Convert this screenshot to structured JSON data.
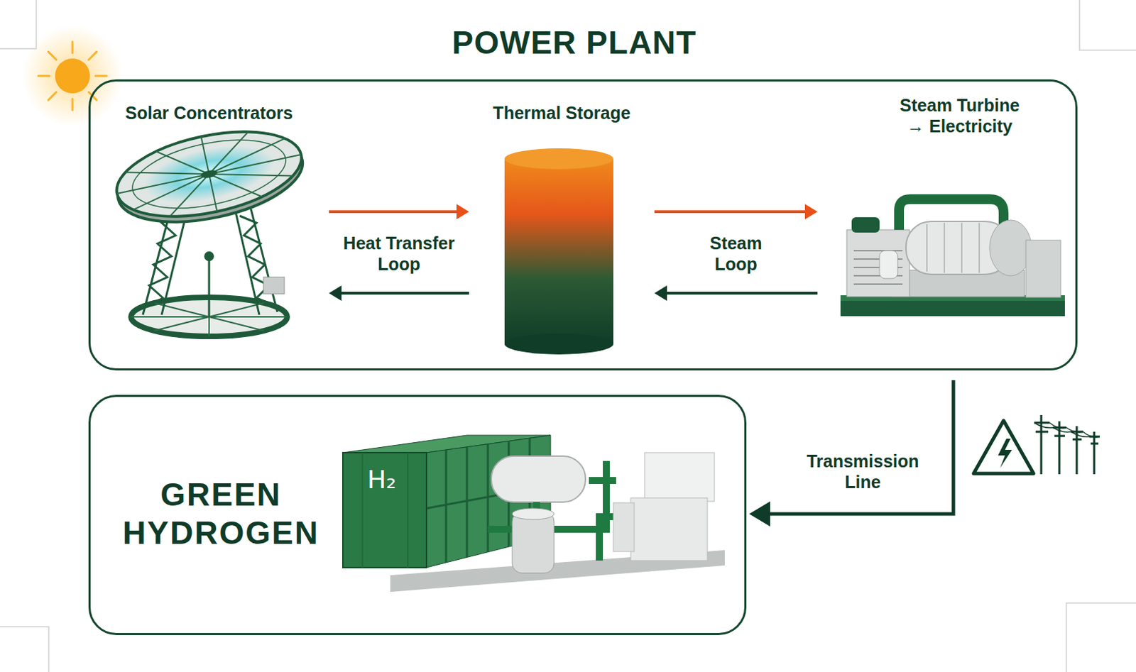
{
  "diagram": {
    "nodes": [
      {
        "text": [
          "POWER PLANT"
        ]
      },
      {
        "text": [
          "Solar Concentrators"
        ],
        "in": 0
      },
      {
        "text": [
          "Thermal Storage"
        ],
        "in": 0
      },
      {
        "text": [
          "Steam Turbine → Electricity"
        ],
        "in": 0
      },
      {
        "text": [
          "GREEN HYDROGEN"
        ]
      }
    ],
    "edges": [
      {
        "from": 1,
        "to": 2,
        "arrow": "to",
        "label": "Heat Transfer Loop"
      },
      {
        "from": 2,
        "to": 1,
        "arrow": "to"
      },
      {
        "from": 2,
        "to": 3,
        "arrow": "to",
        "label": "Steam Loop"
      },
      {
        "from": 3,
        "to": 2,
        "arrow": "to"
      },
      {
        "from": 0,
        "to": 4,
        "arrow": "to",
        "label": "Transmission Line"
      }
    ],
    "labels": [
      "H₂"
    ]
  }
}
